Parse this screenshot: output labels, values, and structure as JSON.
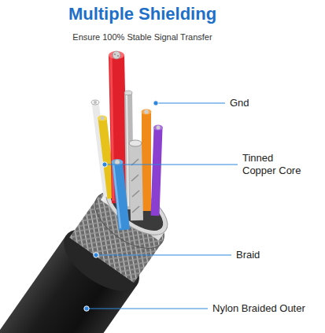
{
  "diagram": {
    "title": "Multiple Shielding",
    "labels": [
      "Ensure 100% Stable Signal Transfer",
      "Gnd",
      "Tinned Copper Core",
      "Braid",
      "Nylon Braided Outer"
    ]
  }
}
